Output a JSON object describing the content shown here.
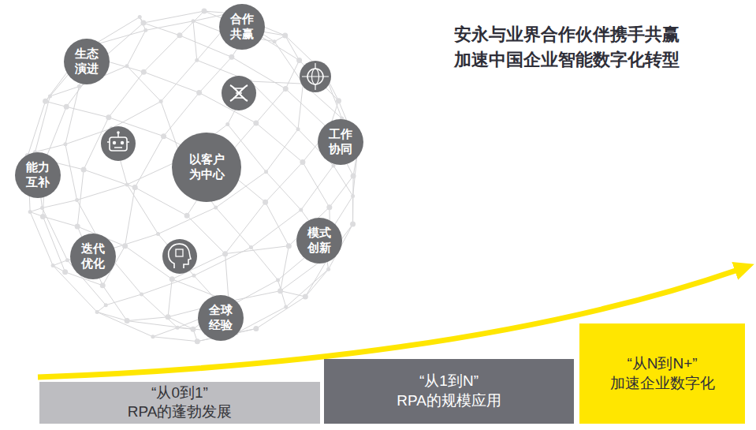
{
  "diagram": {
    "title": "安永与业界合作伙伴携手共赢 加速中国企业智能数字化转型",
    "nodes": [
      {
        "text": [
          "合作 共赢"
        ]
      },
      {
        "text": [
          "生态 演进"
        ]
      },
      {
        "text": [
          "工作 协同"
        ]
      },
      {
        "text": [
          "以客户 为中心"
        ]
      },
      {
        "text": [
          "能力 互补"
        ]
      },
      {
        "text": [
          "模式 创新"
        ]
      },
      {
        "text": [
          "迭代 优化"
        ]
      },
      {
        "text": [
          "全球 经验"
        ]
      },
      {
        "text": [
          "“从0到1”",
          "RPA的蓬勃发展"
        ]
      },
      {
        "text": [
          "“从1到N”",
          "RPA的规模应用"
        ]
      },
      {
        "text": [
          "“从N到N+”",
          "加速企业数字化"
        ]
      }
    ]
  }
}
